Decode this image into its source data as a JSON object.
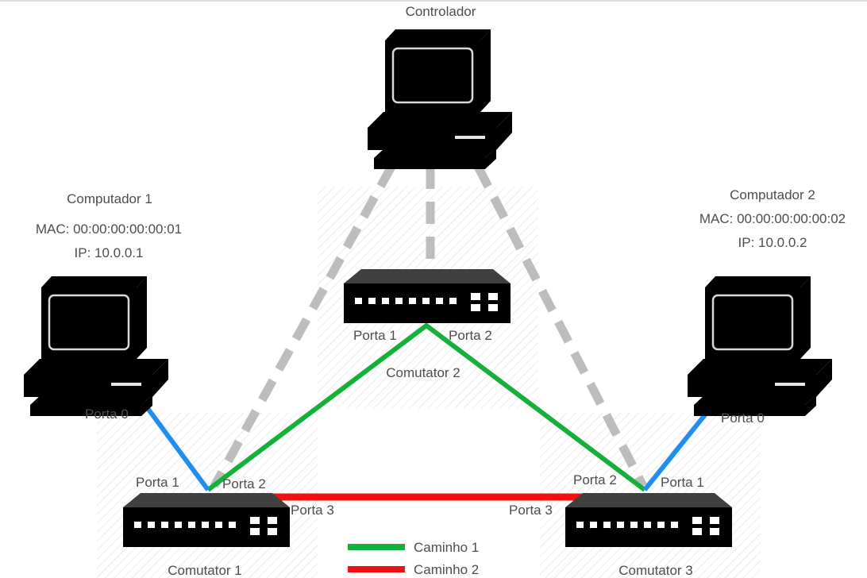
{
  "nodes": {
    "controller": {
      "name": "Controlador"
    },
    "computer1": {
      "name": "Computador 1",
      "mac": "MAC: 00:00:00:00:00:01",
      "ip": "IP: 10.0.0.1"
    },
    "computer2": {
      "name": "Computador 2",
      "mac": "MAC: 00:00:00:00:00:02",
      "ip": "IP: 10.0.0.2"
    },
    "switch1": {
      "name": "Comutator 1"
    },
    "switch2": {
      "name": "Comutator 2"
    },
    "switch3": {
      "name": "Comutator 3"
    }
  },
  "ports": {
    "c1_port0": "Porta 0",
    "c2_port0": "Porta 0",
    "s1_port1": "Porta 1",
    "s1_port2": "Porta 2",
    "s1_port3": "Porta 3",
    "s2_port1": "Porta 1",
    "s2_port2": "Porta 2",
    "s3_port1": "Porta 1",
    "s3_port2": "Porta 2",
    "s3_port3": "Porta 3"
  },
  "legend": {
    "path1": {
      "label": "Caminho 1",
      "color": "#13b13b"
    },
    "path2": {
      "label": "Caminho 2",
      "color": "#ee1111"
    }
  },
  "colors": {
    "host_link": "#1f8ef1",
    "control_link": "#bdbdbd",
    "computer": "#3aaaee",
    "controller": "#9a9a9a",
    "switch_body": "#3aaaee",
    "switch_top": "#404040"
  }
}
